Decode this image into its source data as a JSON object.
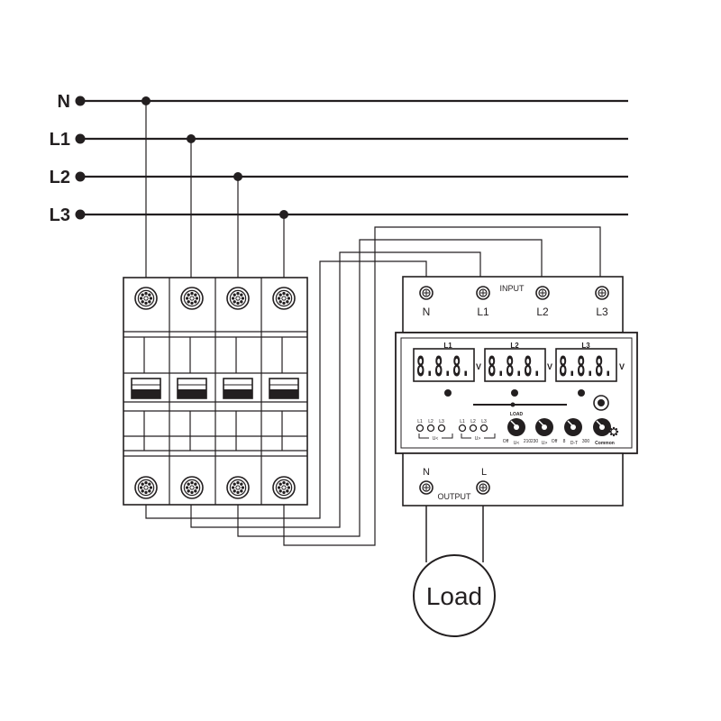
{
  "bus_lines": [
    {
      "label": "N"
    },
    {
      "label": "L1"
    },
    {
      "label": "L2"
    },
    {
      "label": "L3"
    }
  ],
  "breaker": {
    "poles": 4
  },
  "relay": {
    "input_label": "INPUT",
    "input_terminals": [
      "N",
      "L1",
      "L2",
      "L3"
    ],
    "displays": [
      {
        "phase": "L1",
        "value": "8.8.8.",
        "unit": "V"
      },
      {
        "phase": "L2",
        "value": "8.8.8.",
        "unit": "V"
      },
      {
        "phase": "L3",
        "value": "8.8.8.",
        "unit": "V"
      }
    ],
    "led_labels": [
      "L1",
      "L2",
      "L3",
      "L1",
      "L2",
      "L3"
    ],
    "led_group_labels": [
      "U<",
      "U>"
    ],
    "load_label": "LOAD",
    "knob_labels": [
      "Off",
      "U<",
      "210",
      "230",
      "U>",
      "Off",
      "8",
      "D-T",
      "300"
    ],
    "common_label": "Common",
    "output_label": "OUTPUT",
    "output_terminals": [
      "N",
      "L"
    ]
  },
  "load": {
    "label": "Load"
  }
}
